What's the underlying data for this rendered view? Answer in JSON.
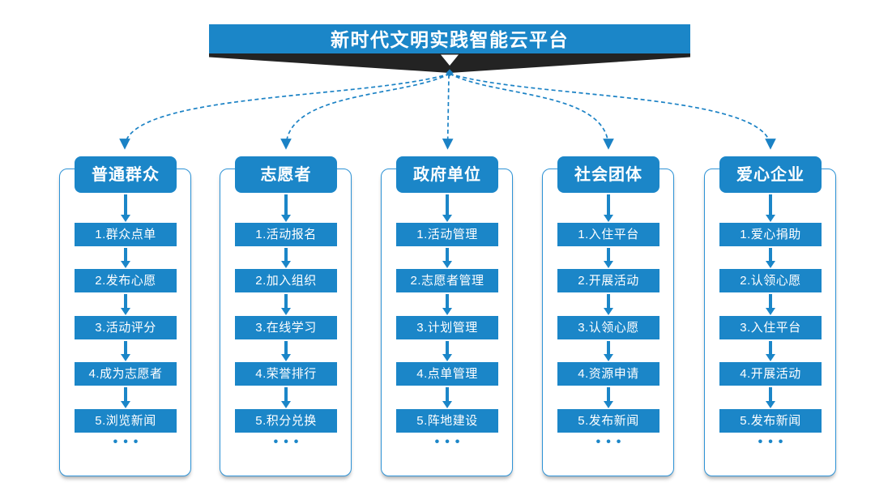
{
  "title": "新时代文明实践智能云平台",
  "ellipsis": "•••",
  "colors": {
    "primary_blue": "#1b86c8",
    "panel_border_blue": "#2e93d6",
    "ribbon_black": "#232323",
    "background": "#ffffff",
    "text_on_blue": "#ffffff"
  },
  "columns": [
    {
      "title": "普通群众",
      "items": [
        "1.群众点单",
        "2.发布心愿",
        "3.活动评分",
        "4.成为志愿者",
        "5.浏览新闻"
      ]
    },
    {
      "title": "志愿者",
      "items": [
        "1.活动报名",
        "2.加入组织",
        "3.在线学习",
        "4.荣誉排行",
        "5.积分兑换"
      ]
    },
    {
      "title": "政府单位",
      "items": [
        "1.活动管理",
        "2.志愿者管理",
        "3.计划管理",
        "4.点单管理",
        "5.阵地建设"
      ]
    },
    {
      "title": "社会团体",
      "items": [
        "1.入住平台",
        "2.开展活动",
        "3.认领心愿",
        "4.资源申请",
        "5.发布新闻"
      ]
    },
    {
      "title": "爱心企业",
      "items": [
        "1.爱心捐助",
        "2.认领心愿",
        "3.入住平台",
        "4.开展活动",
        "5.发布新闻"
      ]
    }
  ]
}
